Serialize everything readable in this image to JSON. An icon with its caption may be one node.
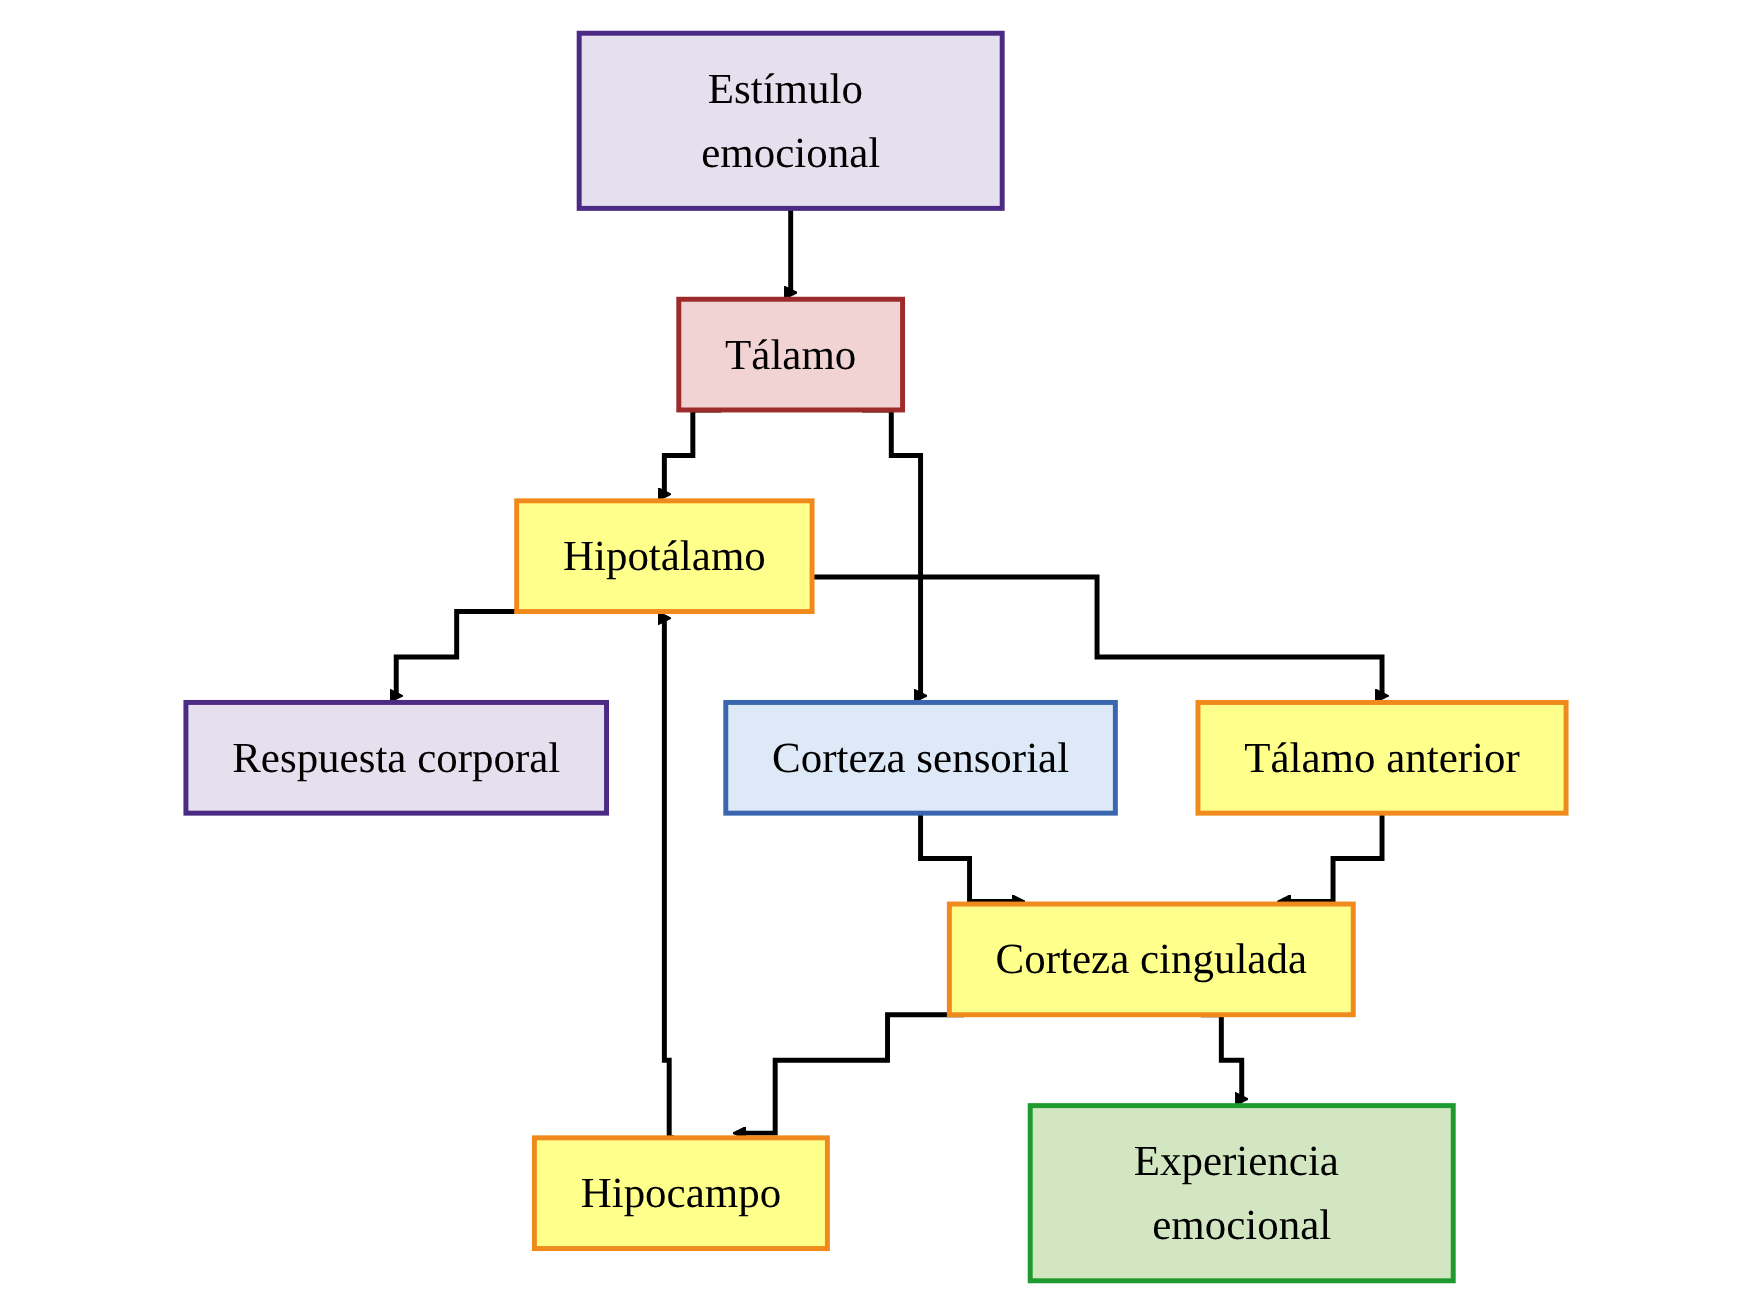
{
  "diagram": {
    "nodes": [
      {
        "text": [
          "Estímulo emocional"
        ]
      },
      {
        "text": [
          "Tálamo"
        ]
      },
      {
        "text": [
          "Respuesta corporal"
        ]
      },
      {
        "text": [
          "Hipotálamo"
        ]
      },
      {
        "text": [
          "Hipocampo"
        ]
      },
      {
        "text": [
          "Tálamo anterior"
        ]
      },
      {
        "text": [
          "Corteza sensorial"
        ]
      },
      {
        "text": [
          "Corteza cingulada"
        ]
      },
      {
        "text": [
          "Experiencia emocional"
        ]
      }
    ],
    "edges": [
      {
        "from": 0,
        "to": 1,
        "arrow": "to"
      },
      {
        "from": 1,
        "to": 3,
        "arrow": "to"
      },
      {
        "from": 1,
        "to": 6,
        "arrow": "to"
      },
      {
        "from": 3,
        "to": 2,
        "arrow": "to"
      },
      {
        "from": 3,
        "to": 5,
        "arrow": "to"
      },
      {
        "from": 4,
        "to": 3,
        "arrow": "to"
      },
      {
        "from": 5,
        "to": 7,
        "arrow": "to"
      },
      {
        "from": 7,
        "to": 4,
        "arrow": "to"
      },
      {
        "from": 6,
        "to": 7,
        "arrow": "to"
      },
      {
        "from": 7,
        "to": 8,
        "arrow": "to"
      }
    ]
  }
}
